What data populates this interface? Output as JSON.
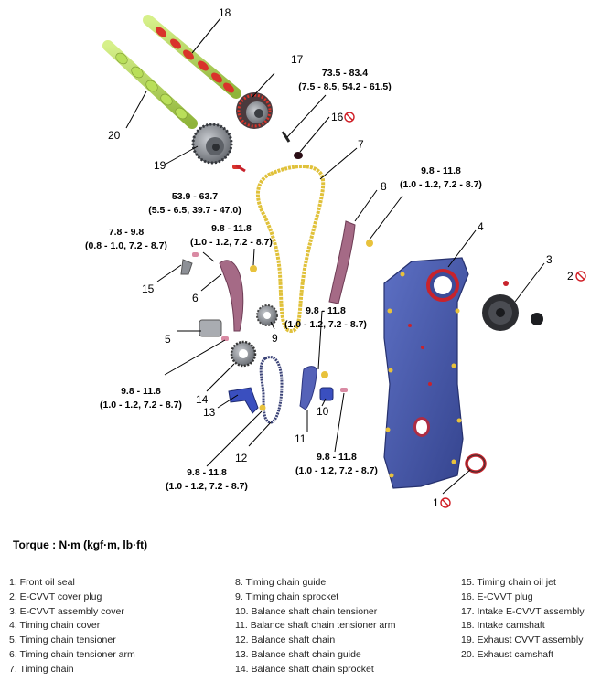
{
  "callouts": {
    "c1": "1",
    "c2": "2",
    "c3": "3",
    "c4": "4",
    "c5": "5",
    "c6": "6",
    "c7": "7",
    "c8": "8",
    "c9": "9",
    "c10": "10",
    "c11": "11",
    "c12": "12",
    "c13": "13",
    "c14": "14",
    "c15": "15",
    "c16": "16",
    "c17": "17",
    "c18": "18",
    "c19": "19",
    "c20": "20"
  },
  "torques": {
    "t17_a": "73.5 - 83.4",
    "t17_b": "(7.5 - 8.5, 54.2 - 61.5)",
    "t19_a": "53.9 - 63.7",
    "t19_b": "(5.5 - 6.5, 39.7 - 47.0)",
    "t8_a": "9.8 - 11.8",
    "t8_b": "(1.0 - 1.2, 7.2 - 8.7)",
    "t15_a": "7.8 - 9.8",
    "t15_b": "(0.8 - 1.0, 7.2 - 8.7)",
    "t6_a": "9.8 - 11.8",
    "t6_b": "(1.0 - 1.2, 7.2 - 8.7)",
    "t9_a": "9.8 - 11.8",
    "t9_b": "(1.0 - 1.2, 7.2 - 8.7)",
    "t5_a": "9.8 - 11.8",
    "t5_b": "(1.0 - 1.2, 7.2 - 8.7)",
    "t10_a": "9.8 - 11.8",
    "t10_b": "(1.0 - 1.2, 7.2 - 8.7)",
    "t12_a": "9.8 - 11.8",
    "t12_b": "(1.0 - 1.2, 7.2 - 8.7)"
  },
  "torque_unit": "Torque : N·m (kgf·m, lb·ft)",
  "legend": {
    "col1": [
      "1. Front oil seal",
      "2. E-CVVT cover plug",
      "3. E-CVVT assembly cover",
      "4. Timing chain cover",
      "5. Timing chain tensioner",
      "6. Timing chain tensioner arm",
      "7. Timing chain"
    ],
    "col2": [
      "8. Timing chain guide",
      "9. Timing chain sprocket",
      "10. Balance shaft chain tensioner",
      "11. Balance shaft chain tensioner arm",
      "12. Balance shaft chain",
      "13. Balance shaft chain guide",
      "14. Balance shaft chain sprocket"
    ],
    "col3": [
      "15. Timing chain oil jet",
      "16. E-CVVT plug",
      "17. Intake E-CVVT assembly",
      "18. Intake camshaft",
      "19. Exhaust CVVT assembly",
      "20. Exhaust camshaft"
    ]
  },
  "colors": {
    "camshaft": "#b9df5a",
    "cam_lobe": "#d9342b",
    "cvvt_gray": "#7b7f85",
    "chain": "#e0c13a",
    "guide": "#a56a86",
    "cover": "#4c5fae",
    "seal_red": "#c8232c",
    "bolt_yellow": "#e8c23c",
    "balance_blue": "#3a4fbf",
    "prohibit_red": "#d01f27"
  }
}
